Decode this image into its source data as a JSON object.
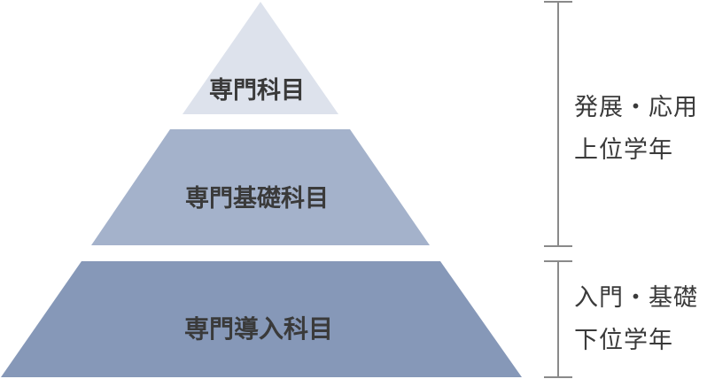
{
  "pyramid": {
    "tiers": [
      {
        "label": "専門科目",
        "color": "#dde2ec"
      },
      {
        "label": "専門基礎科目",
        "color": "#a4b2cb"
      },
      {
        "label": "専門導入科目",
        "color": "#8698b8"
      }
    ]
  },
  "brackets": {
    "upper": {
      "line1": "発展・応用",
      "line2": "上位学年"
    },
    "lower": {
      "line1": "入門・基礎",
      "line2": "下位学年"
    },
    "color": "#8a8a8a"
  }
}
